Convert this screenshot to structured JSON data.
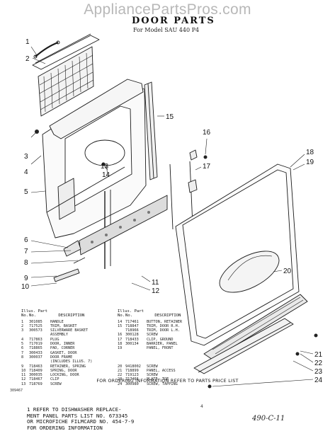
{
  "watermark": "AppliancePartsPros.com",
  "title": "DOOR PARTS",
  "subtitle": "For Model SAU 440 P4",
  "callouts": [
    "1",
    "2",
    "3",
    "4",
    "5",
    "6",
    "7",
    "8",
    "9",
    "10",
    "11",
    "12",
    "13",
    "14",
    "15",
    "16",
    "17",
    "18",
    "19",
    "20",
    "21",
    "22",
    "23",
    "24"
  ],
  "parts_table": {
    "headers": {
      "illus": "Illus. Part",
      "no": "No.",
      "no_part": "No.",
      "desc": "DESCRIPTION"
    },
    "left": [
      {
        "illus": "1",
        "part": "301085",
        "desc": "HANDLE"
      },
      {
        "illus": "2",
        "part": "717525",
        "desc": "TRIM, BASKET"
      },
      {
        "illus": "3",
        "part": "300573",
        "desc": "SILVERWARE BASKET"
      },
      {
        "illus": "",
        "part": "",
        "desc": "ASSEMBLY"
      },
      {
        "illus": "4",
        "part": "717863",
        "desc": "PLUG"
      },
      {
        "illus": "5",
        "part": "717019",
        "desc": "DOOR, INNER"
      },
      {
        "illus": "6",
        "part": "718865",
        "desc": "PAD, CORNER"
      },
      {
        "illus": "7",
        "part": "300433",
        "desc": "GASKET, DOOR"
      },
      {
        "illus": "8",
        "part": "300037",
        "desc": "DOOR FRAME"
      },
      {
        "illus": "",
        "part": "",
        "desc": "(INCLUDES ILLUS. 7)"
      },
      {
        "illus": "9",
        "part": "718463",
        "desc": "RETAINER, SPRING"
      },
      {
        "illus": "10",
        "part": "718409",
        "desc": "SPRING, DOOR"
      },
      {
        "illus": "11",
        "part": "300035",
        "desc": "LOCKING, DOOR"
      },
      {
        "illus": "12",
        "part": "718467",
        "desc": "CLIP"
      },
      {
        "illus": "13",
        "part": "718769",
        "desc": "SCREW"
      }
    ],
    "right": [
      {
        "illus": "14",
        "part": "717461",
        "desc": "BUTTON, RETAINER"
      },
      {
        "illus": "15",
        "part": "718847",
        "desc": "TRIM, DOOR R.H."
      },
      {
        "illus": "",
        "part": "718966",
        "desc": "TRIM, DOOR L.H."
      },
      {
        "illus": "16",
        "part": "300128",
        "desc": "SCREW"
      },
      {
        "illus": "17",
        "part": "718433",
        "desc": "CLIP, GROUND"
      },
      {
        "illus": "18",
        "part": "300134",
        "desc": "BARRIER, PANEL"
      },
      {
        "illus": "19",
        "part": "",
        "desc": "PANEL, FRONT"
      },
      {
        "illus": "",
        "part": "",
        "desc": ""
      },
      {
        "illus": "",
        "part": "",
        "desc": ""
      },
      {
        "illus": "",
        "part": "",
        "desc": ""
      },
      {
        "illus": "20",
        "part": "9418002",
        "desc": "SCREW"
      },
      {
        "illus": "21",
        "part": "718899",
        "desc": "PANEL, ACCESS"
      },
      {
        "illus": "22",
        "part": "719123",
        "desc": "SCREW"
      },
      {
        "illus": "23",
        "part": "717466",
        "desc": "PLATE, TOE"
      },
      {
        "illus": "24",
        "part": "300980",
        "desc": "SCREW, TAPPING"
      }
    ]
  },
  "order_note": "FOR ORDERING INFORMATION REFER TO PARTS PRICE LIST",
  "doc_code": "309467",
  "page_marker": "4",
  "notes": [
    "1  REFER TO DISHWASHER REPLACE-",
    "   MENT PANEL PARTS LIST NO. 673345",
    "   OR MICROFICHE FILMCARD NO. 454-7-9",
    "   FOR ORDERING INFORMATION"
  ],
  "handwritten": "490-C-11"
}
